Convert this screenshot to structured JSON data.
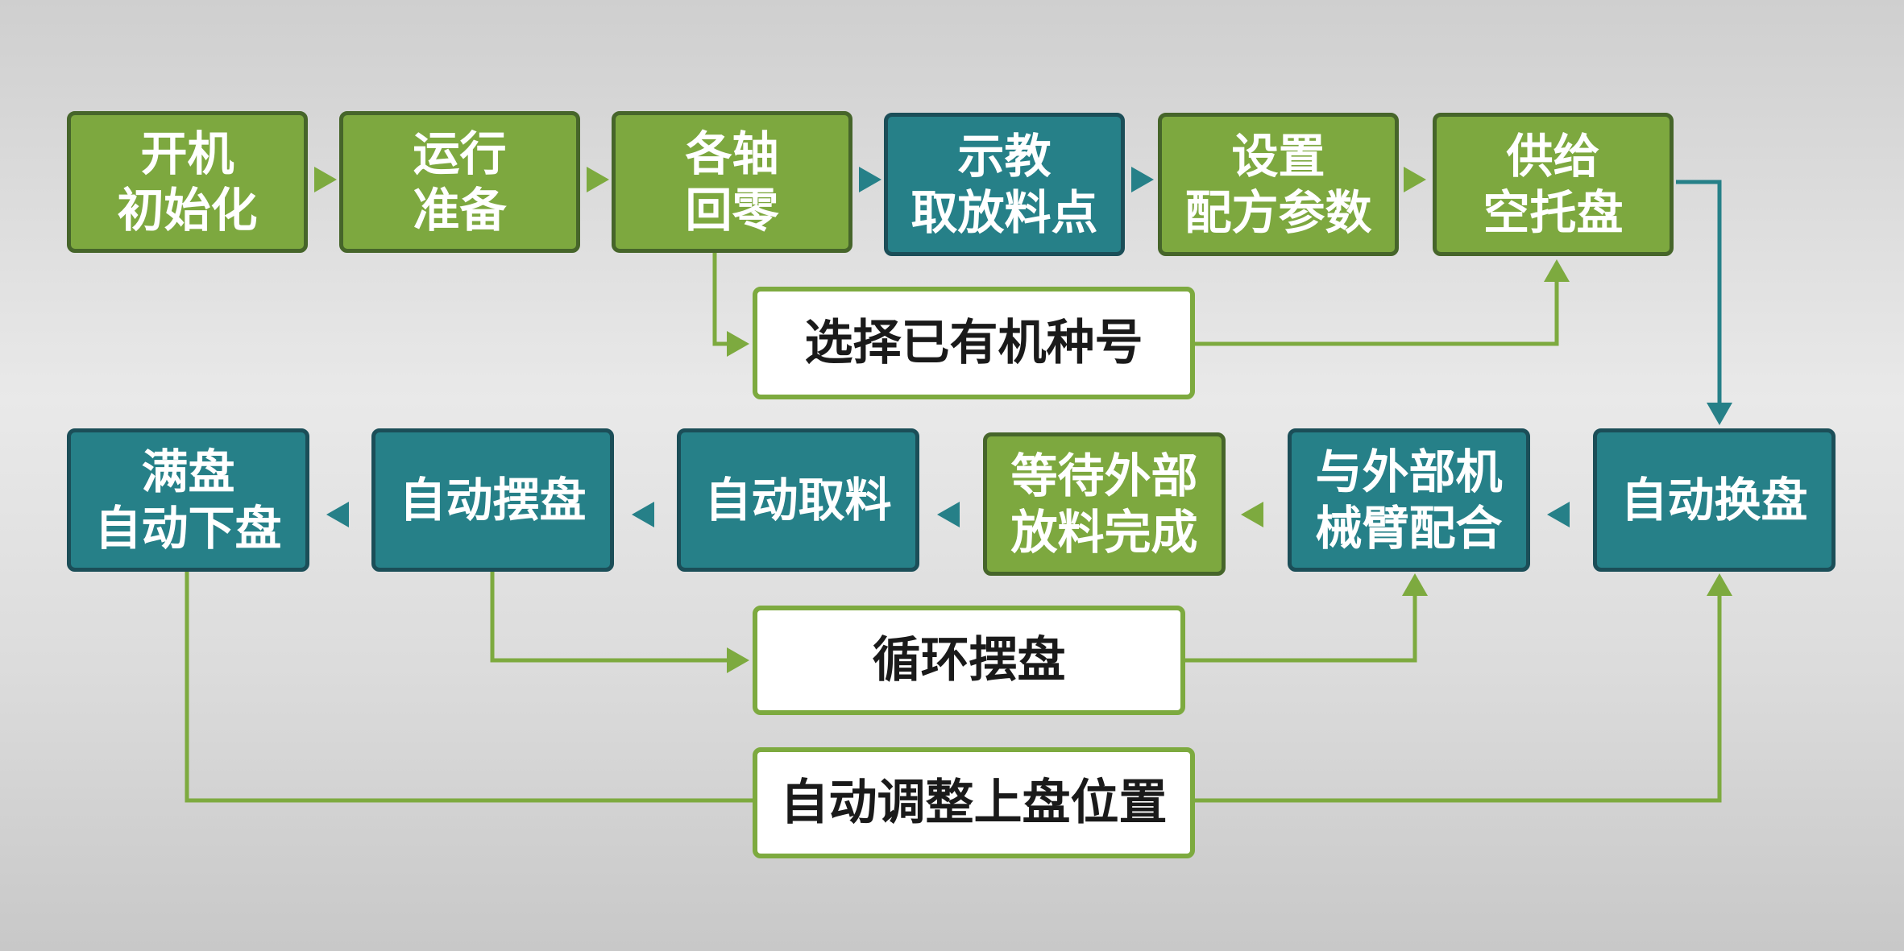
{
  "colors": {
    "green_fill": "#7da83f",
    "teal_fill": "#268088",
    "green_line": "#7daa3f",
    "teal_line": "#268088"
  },
  "nodes": {
    "power_on_init": "开机\n初始化",
    "run_prepare": "运行\n准备",
    "axes_homing": "各轴\n回零",
    "teach_pick_place_points": "示教\n取放料点",
    "set_recipe_params": "设置\n配方参数",
    "supply_empty_tray": "供给\n空托盘",
    "select_existing_model": "选择已有机种号",
    "auto_tray_change": "自动换盘",
    "coordinate_with_external_arm": "与外部机\n械臂配合",
    "wait_external_placing_done": "等待外部\n放料完成",
    "auto_pick": "自动取料",
    "auto_tray_placing": "自动摆盘",
    "full_tray_auto_unload": "满盘\n自动下盘",
    "loop_tray_placing": "循环摆盘",
    "auto_adjust_loading_position": "自动调整上盘位置"
  }
}
